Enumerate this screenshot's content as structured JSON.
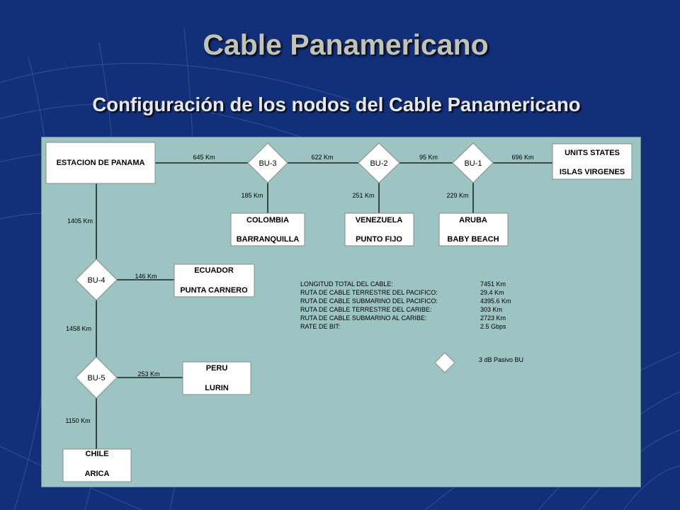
{
  "title": "Cable Panamericano",
  "subtitle": "Configuración de los nodos del Cable Panamericano",
  "nodes": {
    "panama": "ESTACION DE PANAMA",
    "usa_line1": "UNITS STATES",
    "usa_line2": "ISLAS VIRGENES",
    "colombia_line1": "COLOMBIA",
    "colombia_line2": "BARRANQUILLA",
    "venezuela_line1": "VENEZUELA",
    "venezuela_line2": "PUNTO FIJO",
    "aruba_line1": "ARUBA",
    "aruba_line2": "BABY BEACH",
    "ecuador_line1": "ECUADOR",
    "ecuador_line2": "PUNTA CARNERO",
    "peru_line1": "PERU",
    "peru_line2": "LURIN",
    "chile_line1": "CHILE",
    "chile_line2": "ARICA"
  },
  "branching_units": {
    "bu3": "BU-3",
    "bu2": "BU-2",
    "bu1": "BU-1",
    "bu4": "BU-4",
    "bu5": "BU-5"
  },
  "distances": {
    "panama_bu3": "645 Km",
    "bu3_bu2": "622 Km",
    "bu2_bu1": "95 Km",
    "bu1_usa": "696 Km",
    "bu3_colombia": "185 Km",
    "bu2_venezuela": "251 Km",
    "bu1_aruba": "229 Km",
    "panama_bu4": "1405 Km",
    "bu4_ecuador": "146 Km",
    "bu4_bu5": "1458 Km",
    "bu5_peru": "253 Km",
    "bu5_chile": "1150 Km"
  },
  "summary": {
    "rows": [
      {
        "label": "LONGITUD TOTAL DEL CABLE:",
        "value": "7451 Km"
      },
      {
        "label": "RUTA DE CABLE TERRESTRE DEL PACIFICO:",
        "value": "29.4 Km"
      },
      {
        "label": "RUTA DE CABLE SUBMARINO DEL PACIFICO:",
        "value": "4395.6 Km"
      },
      {
        "label": "RUTA DE CABLE TERRESTRE DEL CARIBE:",
        "value": "303 Km"
      },
      {
        "label": "RUTA DE CABLE SUBMARINO AL CARIBE:",
        "value": "2723 Km"
      },
      {
        "label": "RATE DE BIT:",
        "value": "2.5 Gbps"
      }
    ]
  },
  "legend": {
    "label": "3 dB Pasivo BU"
  },
  "colors": {
    "background": "#12307a",
    "panel": "#9cc4c2",
    "title": "#c3c3b4"
  }
}
